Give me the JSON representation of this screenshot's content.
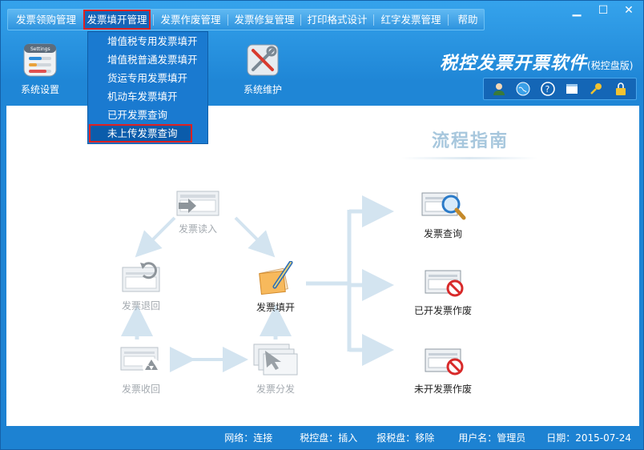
{
  "menubar": {
    "items": [
      {
        "label": "发票领购管理"
      },
      {
        "label": "发票填开管理"
      },
      {
        "label": "发票作废管理"
      },
      {
        "label": "发票修复管理"
      },
      {
        "label": "打印格式设计"
      },
      {
        "label": "红字发票管理"
      },
      {
        "label": "帮助"
      }
    ]
  },
  "dropdown": {
    "items": [
      {
        "label": "增值税专用发票填开"
      },
      {
        "label": "增值税普通发票填开"
      },
      {
        "label": "货运专用发票填开"
      },
      {
        "label": "机动车发票填开"
      },
      {
        "label": "已开发票查询"
      },
      {
        "label": "未上传发票查询"
      }
    ]
  },
  "toolbar": {
    "settings_label": "系统设置",
    "maintenance_label": "系统维护",
    "settings_badge": "Settings"
  },
  "brand": {
    "title": "税控发票开票软件",
    "subtitle": "(税控盘版)"
  },
  "guide": {
    "title": "流程指南",
    "nodes": {
      "read": "发票读入",
      "return": "发票退回",
      "issue": "发票填开",
      "recover": "发票收回",
      "distribute": "发票分发",
      "query": "发票查询",
      "void_issued": "已开发票作废",
      "void_blank": "未开发票作废"
    }
  },
  "status": {
    "network": "网络：连接",
    "tax_disk": "税控盘：插入",
    "report_disk": "报税盘：移除",
    "user": "用户名：管理员",
    "date": "日期：2015-07-24"
  }
}
